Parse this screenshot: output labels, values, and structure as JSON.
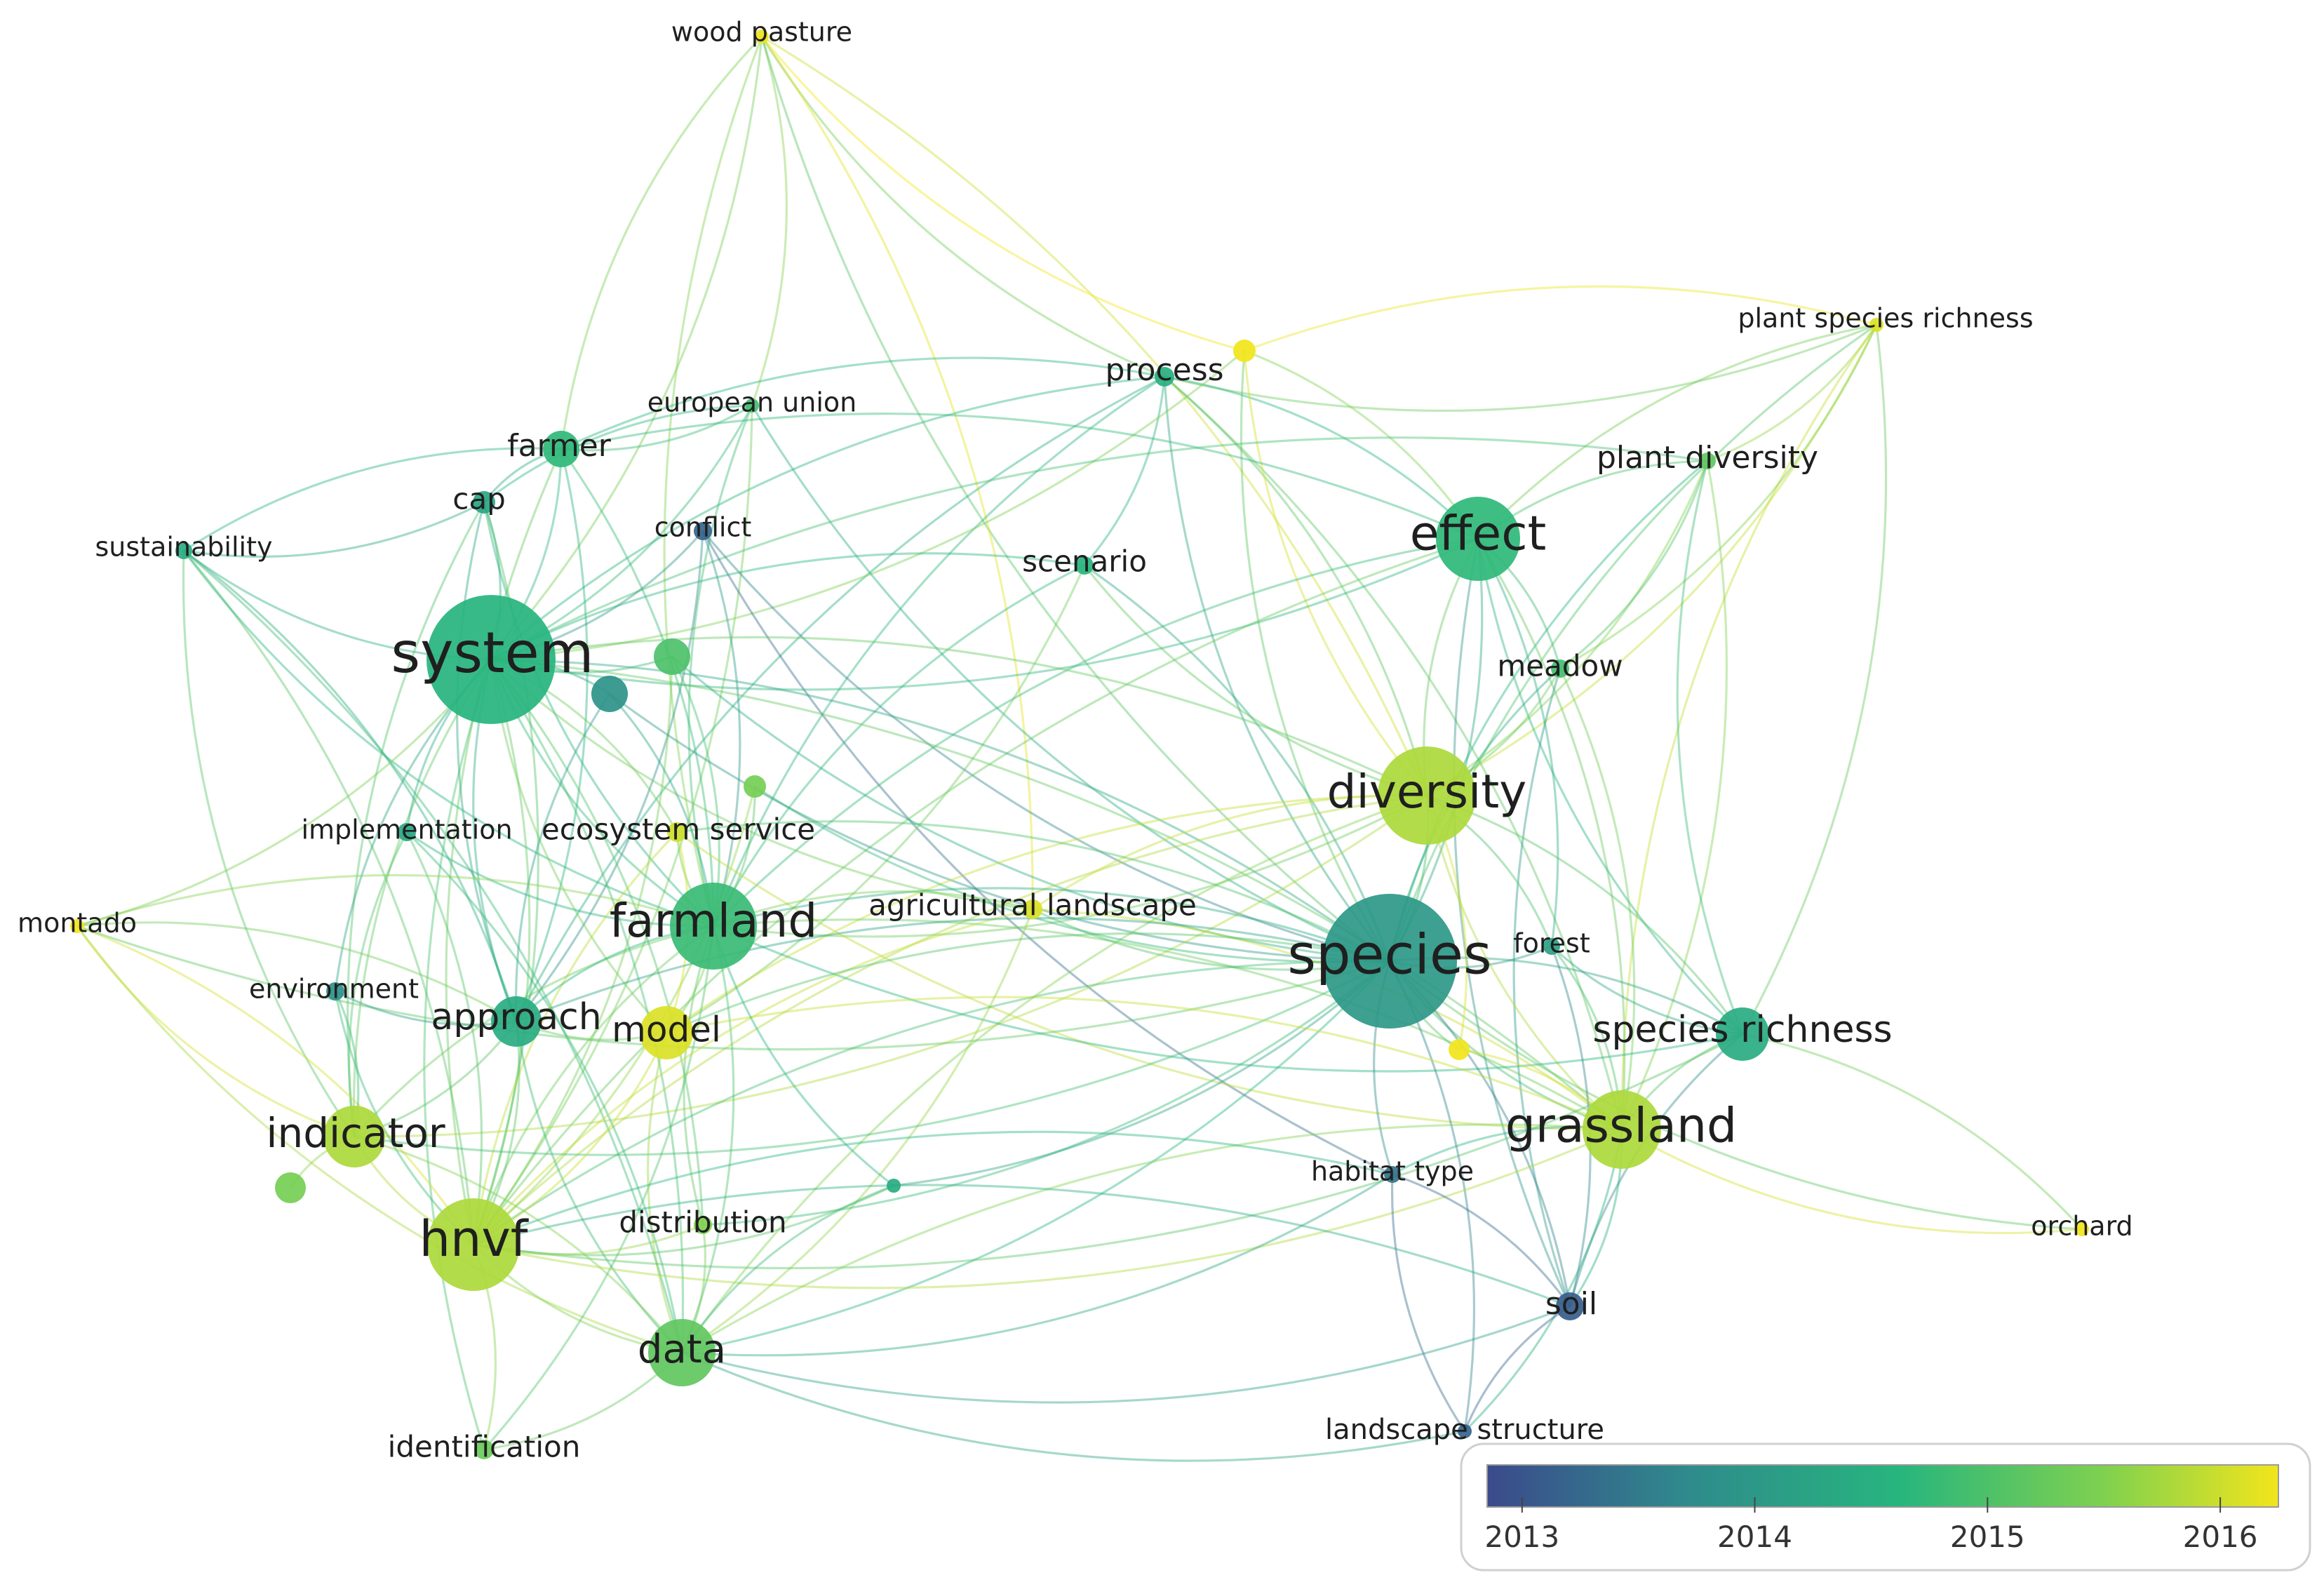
{
  "nodes": [
    {
      "id": "wood_pasture",
      "label": "wood pasture",
      "year": 2016.2
    },
    {
      "id": "plant_species_richness",
      "label": "plant species richness",
      "year": 2016.1
    },
    {
      "id": "process",
      "label": "process",
      "year": 2014.5
    },
    {
      "id": "unlabeled_yellow_top",
      "label": "",
      "year": 2016.3
    },
    {
      "id": "european_union",
      "label": "european union",
      "year": 2014.9
    },
    {
      "id": "farmer",
      "label": "farmer",
      "year": 2014.7
    },
    {
      "id": "plant_diversity",
      "label": "plant diversity",
      "year": 2015.2
    },
    {
      "id": "cap",
      "label": "cap",
      "year": 2014.3
    },
    {
      "id": "conflict",
      "label": "conflict",
      "year": 2013.2
    },
    {
      "id": "sustainability",
      "label": "sustainability",
      "year": 2014.4
    },
    {
      "id": "scenario",
      "label": "scenario",
      "year": 2014.6
    },
    {
      "id": "effect",
      "label": "effect",
      "year": 2014.7
    },
    {
      "id": "system",
      "label": "system",
      "year": 2014.6
    },
    {
      "id": "unlabeled_green_a",
      "label": "",
      "year": 2015.0
    },
    {
      "id": "unlabeled_blue_a",
      "label": "",
      "year": 2013.9
    },
    {
      "id": "meadow",
      "label": "meadow",
      "year": 2014.9
    },
    {
      "id": "diversity",
      "label": "diversity",
      "year": 2015.8
    },
    {
      "id": "unlabeled_green_b",
      "label": "",
      "year": 2015.4
    },
    {
      "id": "implementation",
      "label": "implementation",
      "year": 2014.3
    },
    {
      "id": "ecosystem_service",
      "label": "ecosystem service",
      "year": 2016.0
    },
    {
      "id": "montado",
      "label": "montado",
      "year": 2016.3
    },
    {
      "id": "farmland",
      "label": "farmland",
      "year": 2014.8
    },
    {
      "id": "agricultural_landscape",
      "label": "agricultural landscape",
      "year": 2016.1
    },
    {
      "id": "species",
      "label": "species",
      "year": 2014.0
    },
    {
      "id": "forest",
      "label": "forest",
      "year": 2014.2
    },
    {
      "id": "environment",
      "label": "environment",
      "year": 2013.8
    },
    {
      "id": "approach",
      "label": "approach",
      "year": 2014.4
    },
    {
      "id": "model",
      "label": "model",
      "year": 2016.1
    },
    {
      "id": "species_richness",
      "label": "species richness",
      "year": 2014.4
    },
    {
      "id": "unlabeled_yellow_b",
      "label": "",
      "year": 2016.3
    },
    {
      "id": "indicator",
      "label": "indicator",
      "year": 2015.8
    },
    {
      "id": "grassland",
      "label": "grassland",
      "year": 2015.8
    },
    {
      "id": "habitat_type",
      "label": "habitat type",
      "year": 2013.4
    },
    {
      "id": "unlabeled_green_c",
      "label": "",
      "year": 2015.4
    },
    {
      "id": "unlabeled_teal",
      "label": "",
      "year": 2014.4
    },
    {
      "id": "hnvf",
      "label": "hnvf",
      "year": 2015.8
    },
    {
      "id": "distribution",
      "label": "distribution",
      "year": 2015.5
    },
    {
      "id": "orchard",
      "label": "orchard",
      "year": 2016.3
    },
    {
      "id": "soil",
      "label": "soil",
      "year": 2013.1
    },
    {
      "id": "data",
      "label": "data",
      "year": 2015.2
    },
    {
      "id": "identification",
      "label": "identification",
      "year": 2015.3
    },
    {
      "id": "landscape_structure",
      "label": "landscape structure",
      "year": 2013.2
    }
  ],
  "links": [
    [
      "wood_pasture",
      "farmer"
    ],
    [
      "wood_pasture",
      "european_union"
    ],
    [
      "wood_pasture",
      "process"
    ],
    [
      "wood_pasture",
      "diversity"
    ],
    [
      "wood_pasture",
      "species"
    ],
    [
      "wood_pasture",
      "system"
    ],
    [
      "wood_pasture",
      "unlabeled_yellow_top"
    ],
    [
      "wood_pasture",
      "agricultural_landscape"
    ],
    [
      "wood_pasture",
      "farmland"
    ],
    [
      "plant_species_richness",
      "plant_diversity"
    ],
    [
      "plant_species_richness",
      "effect"
    ],
    [
      "plant_species_richness",
      "diversity"
    ],
    [
      "plant_species_richness",
      "grassland"
    ],
    [
      "plant_species_richness",
      "species_richness"
    ],
    [
      "plant_species_richness",
      "species"
    ],
    [
      "plant_species_richness",
      "meadow"
    ],
    [
      "plant_species_richness",
      "unlabeled_yellow_top"
    ],
    [
      "plant_species_richness",
      "process"
    ],
    [
      "process",
      "system"
    ],
    [
      "process",
      "effect"
    ],
    [
      "process",
      "species"
    ],
    [
      "process",
      "diversity"
    ],
    [
      "process",
      "farmland"
    ],
    [
      "process",
      "scenario"
    ],
    [
      "process",
      "farmer"
    ],
    [
      "process",
      "grassland"
    ],
    [
      "process",
      "approach"
    ],
    [
      "unlabeled_yellow_top",
      "effect"
    ],
    [
      "unlabeled_yellow_top",
      "diversity"
    ],
    [
      "unlabeled_yellow_top",
      "system"
    ],
    [
      "unlabeled_yellow_top",
      "species"
    ],
    [
      "european_union",
      "system"
    ],
    [
      "european_union",
      "farmland"
    ],
    [
      "european_union",
      "hnvf"
    ],
    [
      "european_union",
      "cap"
    ],
    [
      "european_union",
      "farmer"
    ],
    [
      "european_union",
      "species"
    ],
    [
      "farmer",
      "system"
    ],
    [
      "farmer",
      "cap"
    ],
    [
      "farmer",
      "farmland"
    ],
    [
      "farmer",
      "hnvf"
    ],
    [
      "farmer",
      "approach"
    ],
    [
      "farmer",
      "sustainability"
    ],
    [
      "farmer",
      "effect"
    ],
    [
      "plant_diversity",
      "effect"
    ],
    [
      "plant_diversity",
      "diversity"
    ],
    [
      "plant_diversity",
      "species"
    ],
    [
      "plant_diversity",
      "grassland"
    ],
    [
      "plant_diversity",
      "species_richness"
    ],
    [
      "plant_diversity",
      "meadow"
    ],
    [
      "plant_diversity",
      "system"
    ],
    [
      "cap",
      "system"
    ],
    [
      "cap",
      "farmland"
    ],
    [
      "cap",
      "hnvf"
    ],
    [
      "cap",
      "indicator"
    ],
    [
      "cap",
      "sustainability"
    ],
    [
      "cap",
      "approach"
    ],
    [
      "conflict",
      "system"
    ],
    [
      "conflict",
      "species"
    ],
    [
      "conflict",
      "farmland"
    ],
    [
      "conflict",
      "habitat_type"
    ],
    [
      "conflict",
      "approach"
    ],
    [
      "sustainability",
      "system"
    ],
    [
      "sustainability",
      "hnvf"
    ],
    [
      "sustainability",
      "indicator"
    ],
    [
      "sustainability",
      "approach"
    ],
    [
      "sustainability",
      "farmland"
    ],
    [
      "sustainability",
      "data"
    ],
    [
      "scenario",
      "system"
    ],
    [
      "scenario",
      "species"
    ],
    [
      "scenario",
      "farmland"
    ],
    [
      "scenario",
      "model"
    ],
    [
      "scenario",
      "diversity"
    ],
    [
      "effect",
      "species"
    ],
    [
      "effect",
      "diversity"
    ],
    [
      "effect",
      "grassland"
    ],
    [
      "effect",
      "species_richness"
    ],
    [
      "effect",
      "system"
    ],
    [
      "effect",
      "farmland"
    ],
    [
      "effect",
      "meadow"
    ],
    [
      "effect",
      "soil"
    ],
    [
      "effect",
      "forest"
    ],
    [
      "effect",
      "hnvf"
    ],
    [
      "system",
      "species"
    ],
    [
      "system",
      "farmland"
    ],
    [
      "system",
      "hnvf"
    ],
    [
      "system",
      "approach"
    ],
    [
      "system",
      "data"
    ],
    [
      "system",
      "indicator"
    ],
    [
      "system",
      "diversity"
    ],
    [
      "system",
      "implementation"
    ],
    [
      "system",
      "ecosystem_service"
    ],
    [
      "system",
      "model"
    ],
    [
      "system",
      "grassland"
    ],
    [
      "system",
      "environment"
    ],
    [
      "system",
      "unlabeled_blue_a"
    ],
    [
      "system",
      "unlabeled_green_a"
    ],
    [
      "system",
      "montado"
    ],
    [
      "system",
      "identification"
    ],
    [
      "system",
      "distribution"
    ],
    [
      "system",
      "agricultural_landscape"
    ],
    [
      "unlabeled_green_a",
      "farmland"
    ],
    [
      "unlabeled_green_a",
      "species"
    ],
    [
      "unlabeled_green_a",
      "hnvf"
    ],
    [
      "unlabeled_blue_a",
      "species"
    ],
    [
      "unlabeled_blue_a",
      "farmland"
    ],
    [
      "unlabeled_blue_a",
      "approach"
    ],
    [
      "meadow",
      "grassland"
    ],
    [
      "meadow",
      "species"
    ],
    [
      "meadow",
      "diversity"
    ],
    [
      "meadow",
      "soil"
    ],
    [
      "diversity",
      "species"
    ],
    [
      "diversity",
      "grassland"
    ],
    [
      "diversity",
      "farmland"
    ],
    [
      "diversity",
      "hnvf"
    ],
    [
      "diversity",
      "species_richness"
    ],
    [
      "diversity",
      "data"
    ],
    [
      "diversity",
      "forest"
    ],
    [
      "diversity",
      "agricultural_landscape"
    ],
    [
      "diversity",
      "indicator"
    ],
    [
      "diversity",
      "model"
    ],
    [
      "unlabeled_green_b",
      "farmland"
    ],
    [
      "unlabeled_green_b",
      "species"
    ],
    [
      "unlabeled_green_b",
      "hnvf"
    ],
    [
      "implementation",
      "farmland"
    ],
    [
      "implementation",
      "hnvf"
    ],
    [
      "implementation",
      "indicator"
    ],
    [
      "implementation",
      "data"
    ],
    [
      "ecosystem_service",
      "farmland"
    ],
    [
      "ecosystem_service",
      "species"
    ],
    [
      "ecosystem_service",
      "hnvf"
    ],
    [
      "ecosystem_service",
      "model"
    ],
    [
      "ecosystem_service",
      "grassland"
    ],
    [
      "montado",
      "hnvf"
    ],
    [
      "montado",
      "indicator"
    ],
    [
      "montado",
      "farmland"
    ],
    [
      "montado",
      "data"
    ],
    [
      "montado",
      "approach"
    ],
    [
      "montado",
      "species"
    ],
    [
      "farmland",
      "species"
    ],
    [
      "farmland",
      "hnvf"
    ],
    [
      "farmland",
      "data"
    ],
    [
      "farmland",
      "indicator"
    ],
    [
      "farmland",
      "grassland"
    ],
    [
      "farmland",
      "approach"
    ],
    [
      "farmland",
      "model"
    ],
    [
      "farmland",
      "distribution"
    ],
    [
      "farmland",
      "agricultural_landscape"
    ],
    [
      "farmland",
      "species_richness"
    ],
    [
      "farmland",
      "identification"
    ],
    [
      "agricultural_landscape",
      "species"
    ],
    [
      "agricultural_landscape",
      "grassland"
    ],
    [
      "agricultural_landscape",
      "hnvf"
    ],
    [
      "agricultural_landscape",
      "data"
    ],
    [
      "species",
      "grassland"
    ],
    [
      "species",
      "species_richness"
    ],
    [
      "species",
      "hnvf"
    ],
    [
      "species",
      "data"
    ],
    [
      "species",
      "habitat_type"
    ],
    [
      "species",
      "soil"
    ],
    [
      "species",
      "forest"
    ],
    [
      "species",
      "landscape_structure"
    ],
    [
      "species",
      "approach"
    ],
    [
      "species",
      "indicator"
    ],
    [
      "species",
      "model"
    ],
    [
      "species",
      "distribution"
    ],
    [
      "species",
      "orchard"
    ],
    [
      "species",
      "unlabeled_teal"
    ],
    [
      "species",
      "unlabeled_yellow_b"
    ],
    [
      "forest",
      "grassland"
    ],
    [
      "forest",
      "species_richness"
    ],
    [
      "forest",
      "soil"
    ],
    [
      "environment",
      "hnvf"
    ],
    [
      "environment",
      "indicator"
    ],
    [
      "environment",
      "approach"
    ],
    [
      "approach",
      "hnvf"
    ],
    [
      "approach",
      "data"
    ],
    [
      "approach",
      "indicator"
    ],
    [
      "approach",
      "model"
    ],
    [
      "model",
      "hnvf"
    ],
    [
      "model",
      "data"
    ],
    [
      "model",
      "grassland"
    ],
    [
      "species_richness",
      "grassland"
    ],
    [
      "species_richness",
      "orchard"
    ],
    [
      "species_richness",
      "soil"
    ],
    [
      "species_richness",
      "hnvf"
    ],
    [
      "indicator",
      "hnvf"
    ],
    [
      "indicator",
      "data"
    ],
    [
      "indicator",
      "unlabeled_green_c"
    ],
    [
      "grassland",
      "soil"
    ],
    [
      "grassland",
      "habitat_type"
    ],
    [
      "grassland",
      "landscape_structure"
    ],
    [
      "grassland",
      "orchard"
    ],
    [
      "grassland",
      "hnvf"
    ],
    [
      "grassland",
      "data"
    ],
    [
      "habitat_type",
      "soil"
    ],
    [
      "habitat_type",
      "landscape_structure"
    ],
    [
      "habitat_type",
      "data"
    ],
    [
      "habitat_type",
      "hnvf"
    ],
    [
      "unlabeled_teal",
      "hnvf"
    ],
    [
      "unlabeled_teal",
      "data"
    ],
    [
      "unlabeled_teal",
      "farmland"
    ],
    [
      "hnvf",
      "data"
    ],
    [
      "hnvf",
      "identification"
    ],
    [
      "hnvf",
      "distribution"
    ],
    [
      "distribution",
      "data"
    ],
    [
      "soil",
      "landscape_structure"
    ],
    [
      "soil",
      "data"
    ],
    [
      "soil",
      "hnvf"
    ],
    [
      "data",
      "identification"
    ],
    [
      "data",
      "landscape_structure"
    ],
    [
      "unlabeled_yellow_b",
      "grassland"
    ],
    [
      "unlabeled_yellow_b",
      "diversity"
    ]
  ],
  "legend": {
    "ticks": [
      {
        "label": "2013",
        "value": 2013
      },
      {
        "label": "2014",
        "value": 2014
      },
      {
        "label": "2015",
        "value": 2015
      },
      {
        "label": "2016",
        "value": 2016
      }
    ],
    "min": 2012.85,
    "max": 2016.25,
    "colors": [
      "#3b4a8c",
      "#2f8a8c",
      "#27b57e",
      "#7fd14f",
      "#f2e51c"
    ]
  }
}
